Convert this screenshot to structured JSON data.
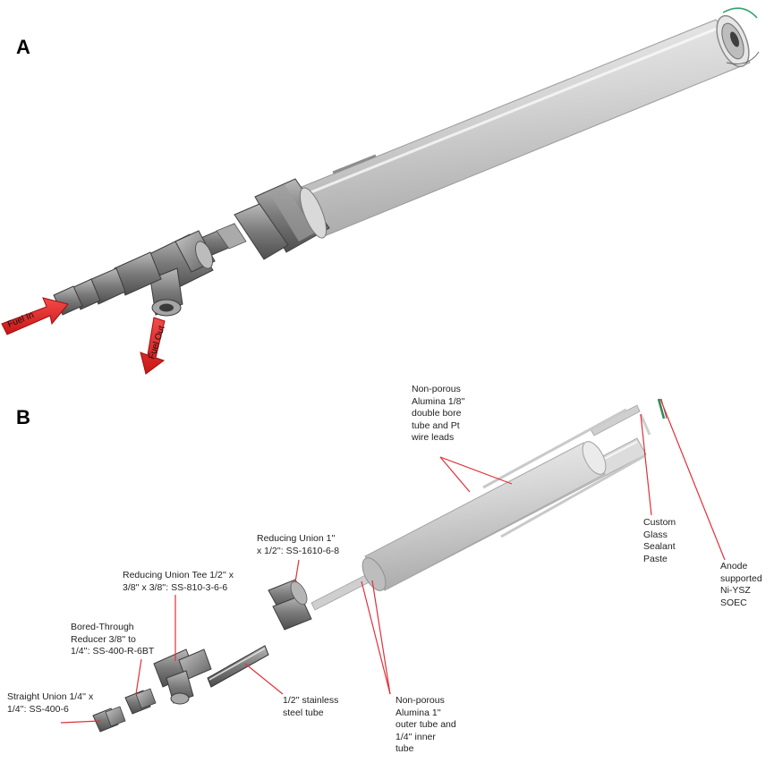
{
  "panels": {
    "a": "A",
    "b": "B"
  },
  "arrows": {
    "fuel_in": "Fuel In",
    "fuel_out": "Fuel Out"
  },
  "labels": {
    "alumina_bore": "Non-porous\nAlumina 1/8''\ndouble bore\ntube and Pt\nwire leads",
    "glass_sealant": "Custom\nGlass\nSealant\nPaste",
    "anode": "Anode\nsupported\nNi-YSZ\nSOEC",
    "reducing_union": "Reducing Union 1''\nx 1/2'': SS-1610-6-8",
    "reducing_tee": "Reducing Union Tee 1/2'' x\n3/8'' x 3/8'': SS-810-3-6-6",
    "bored_through": "Bored-Through\nReducer 3/8''  to\n1/4'': SS-400-R-6BT",
    "straight_union": "Straight Union 1/4'' x\n1/4'': SS-400-6",
    "steel_tube": "1/2'' stainless\nsteel tube",
    "alumina_outer": "Non-porous\nAlumina 1''\nouter tube and\n1/4'' inner\ntube"
  },
  "colors": {
    "arrow_red": "#e31e1e",
    "leader_red": "#e0303a",
    "metal": "#8a8a8a",
    "ceramic": "#d8d8d8"
  }
}
